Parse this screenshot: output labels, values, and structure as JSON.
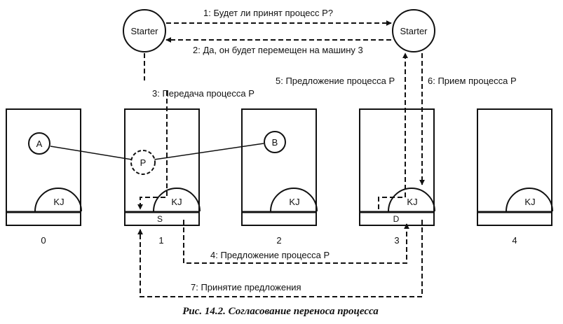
{
  "starters": [
    {
      "label": "Starter"
    },
    {
      "label": "Starter"
    }
  ],
  "machines": [
    {
      "number": "0",
      "kernel": "KJ",
      "base_label": ""
    },
    {
      "number": "1",
      "kernel": "KJ",
      "base_label": "S"
    },
    {
      "number": "2",
      "kernel": "KJ",
      "base_label": ""
    },
    {
      "number": "3",
      "kernel": "KJ",
      "base_label": "D"
    },
    {
      "number": "4",
      "kernel": "KJ",
      "base_label": ""
    }
  ],
  "processes": {
    "a": "A",
    "b": "B",
    "p": "P"
  },
  "messages": {
    "m1": "1: Будет ли принят процесс P?",
    "m2": "2: Да, он будет перемещен на машину 3",
    "m3": "3: Передача процесса P",
    "m4": "4: Предложение процесса P",
    "m5": "5: Предложение процесса P",
    "m6": "6: Прием процесса P",
    "m7": "7: Принятие предложения"
  },
  "caption": "Рис. 14.2. Согласование переноса процесса"
}
